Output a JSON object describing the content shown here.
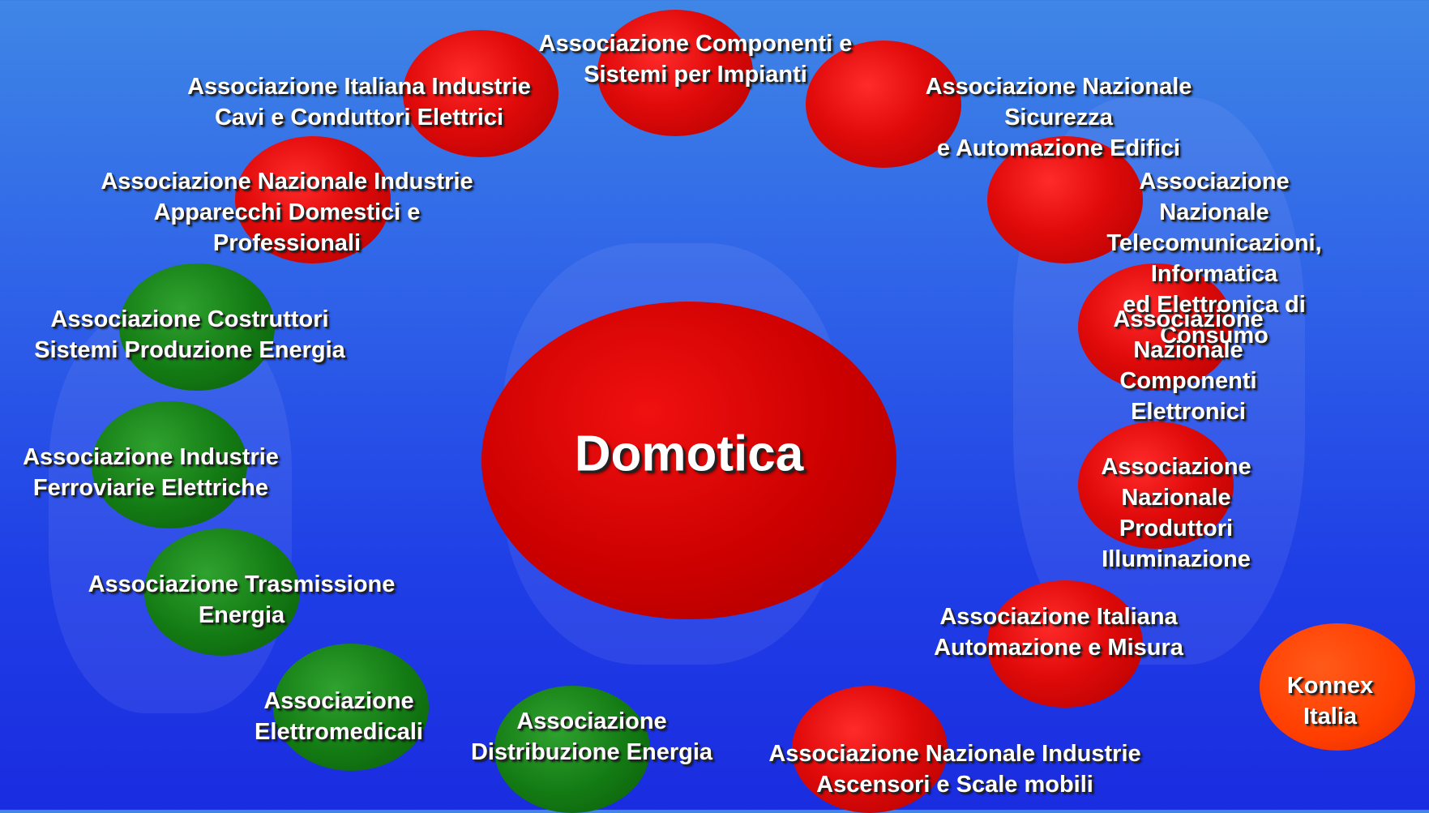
{
  "center": {
    "label": "Domotica"
  },
  "nodes": [
    {
      "id": "componenti-sistemi",
      "label": "Associazione Componenti e\nSistemi per Impianti",
      "color": "red"
    },
    {
      "id": "cavi-conduttori",
      "label": "Associazione Italiana Industrie\nCavi e Conduttori Elettrici",
      "color": "red"
    },
    {
      "id": "sicurezza-automazione",
      "label": "Associazione Nazionale Sicurezza\ne Automazione Edifici",
      "color": "red"
    },
    {
      "id": "apparecchi-domestici",
      "label": "Associazione Nazionale Industrie\nApparecchi Domestici e\nProfessionali",
      "color": "red"
    },
    {
      "id": "telecomunicazioni",
      "label": "Associazione Nazionale\nTelecomunicazioni, Informatica\ned Elettronica di Consumo",
      "color": "red"
    },
    {
      "id": "produzione-energia",
      "label": "Associazione Costruttori\nSistemi Produzione Energia",
      "color": "green"
    },
    {
      "id": "componenti-elettronici",
      "label": "Associazione Nazionale\nComponenti Elettronici",
      "color": "red"
    },
    {
      "id": "ferroviarie",
      "label": "Associazione Industrie\nFerroviarie Elettriche",
      "color": "green"
    },
    {
      "id": "illuminazione",
      "label": "Associazione Nazionale\nProduttori Illuminazione",
      "color": "red"
    },
    {
      "id": "trasmissione-energia",
      "label": "Associazione Trasmissione\nEnergia",
      "color": "green"
    },
    {
      "id": "automazione-misura",
      "label": "Associazione Italiana\nAutomazione e Misura",
      "color": "red"
    },
    {
      "id": "konnex",
      "label": "Konnex Italia",
      "color": "orange"
    },
    {
      "id": "elettromedicali",
      "label": "Associazione\nElettromedicali",
      "color": "green"
    },
    {
      "id": "distribuzione-energia",
      "label": "Associazione\nDistribuzione Energia",
      "color": "green"
    },
    {
      "id": "ascensori",
      "label": "Associazione Nazionale Industrie\nAscensori e Scale mobili",
      "color": "red"
    }
  ]
}
